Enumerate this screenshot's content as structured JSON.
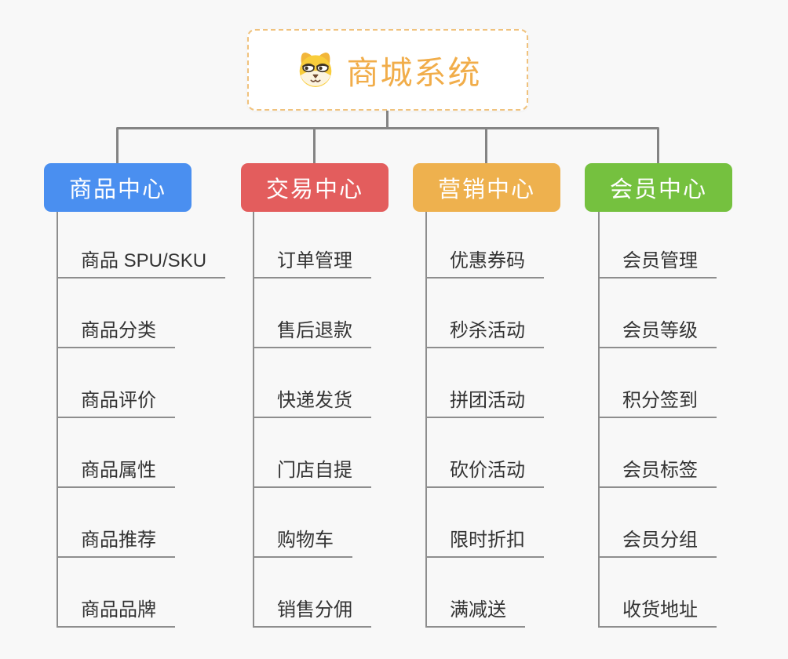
{
  "root": {
    "label": "商城系统",
    "icon": "shiba-dog-icon"
  },
  "branches": [
    {
      "label": "商品中心",
      "color": "#4a8ff0",
      "children": [
        "商品 SPU/SKU",
        "商品分类",
        "商品评价",
        "商品属性",
        "商品推荐",
        "商品品牌"
      ]
    },
    {
      "label": "交易中心",
      "color": "#e35d5d",
      "children": [
        "订单管理",
        "售后退款",
        "快递发货",
        "门店自提",
        "购物车",
        "销售分佣"
      ]
    },
    {
      "label": "营销中心",
      "color": "#eeb14e",
      "children": [
        "优惠券码",
        "秒杀活动",
        "拼团活动",
        "砍价活动",
        "限时折扣",
        "满减送"
      ]
    },
    {
      "label": "会员中心",
      "color": "#75c13f",
      "children": [
        "会员管理",
        "会员等级",
        "积分签到",
        "会员标签",
        "会员分组",
        "收货地址"
      ]
    }
  ],
  "colors": {
    "background": "#f8f8f8",
    "connector_line": "#848484",
    "leaf_line": "#8e8e8e",
    "leaf_text": "#333333",
    "root_text": "#f1ad4a",
    "root_border": "#f0c27d"
  }
}
